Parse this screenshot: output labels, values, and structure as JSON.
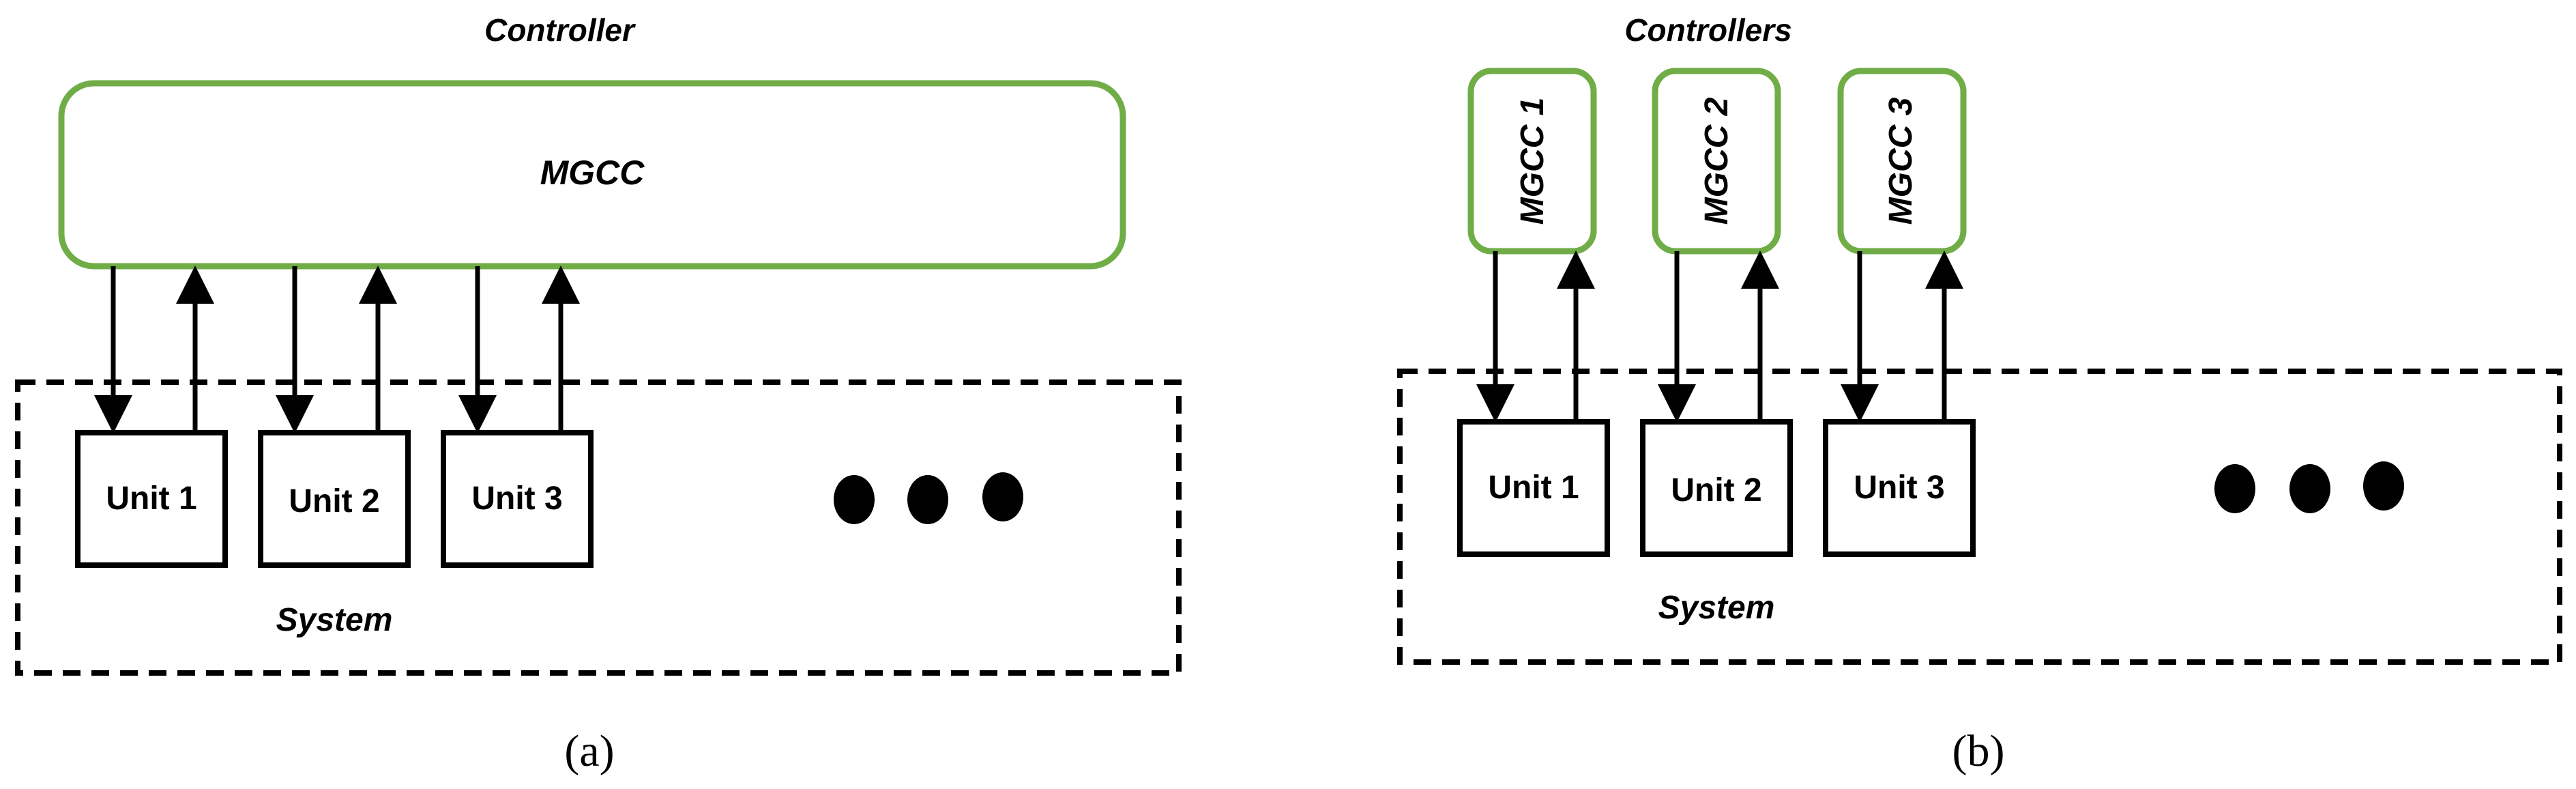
{
  "panels": {
    "a": {
      "controller_label": "Controller",
      "controller_box_label": "MGCC",
      "units": [
        "Unit 1",
        "Unit 2",
        "Unit 3"
      ],
      "system_label": "System",
      "caption": "(a)"
    },
    "b": {
      "controllers_label": "Controllers",
      "controller_box_labels": [
        "MGCC 1",
        "MGCC 2",
        "MGCC 3"
      ],
      "units": [
        "Unit 1",
        "Unit 2",
        "Unit 3"
      ],
      "system_label": "System",
      "caption": "(b)"
    }
  },
  "colors": {
    "controller_border": "#70AD47",
    "line": "#000000"
  },
  "icons": [
    "ellipsis-dots-icon"
  ]
}
